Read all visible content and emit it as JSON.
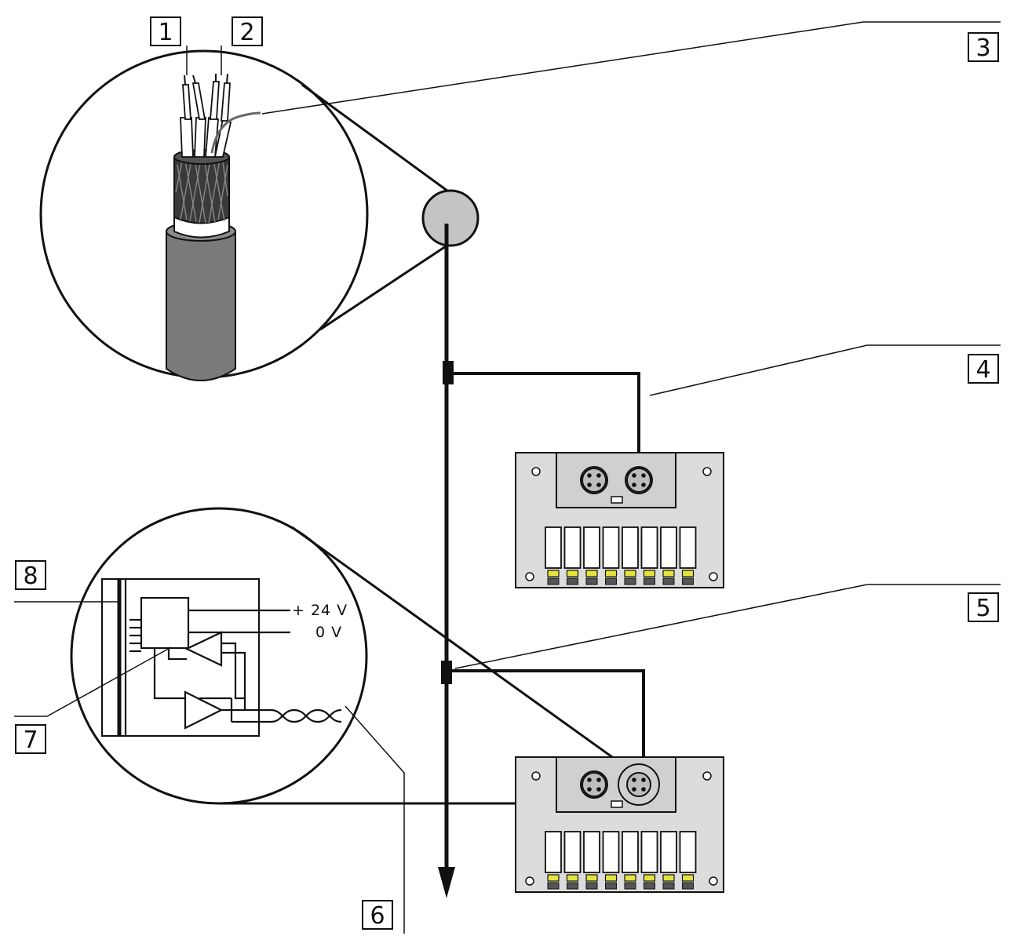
{
  "callouts": [
    "1",
    "2",
    "3",
    "4",
    "5",
    "6",
    "7",
    "8"
  ],
  "voltages": {
    "plus": "+ 24 V",
    "zero": "0 V"
  },
  "colors": {
    "line": "#111111",
    "cable_jacket": "#7a7a7a",
    "lens": "#c4c4c4",
    "module_body": "#dcdcdc",
    "led": "#e6e33a"
  },
  "modules": {
    "count": 2,
    "channels_per_module": 8
  }
}
